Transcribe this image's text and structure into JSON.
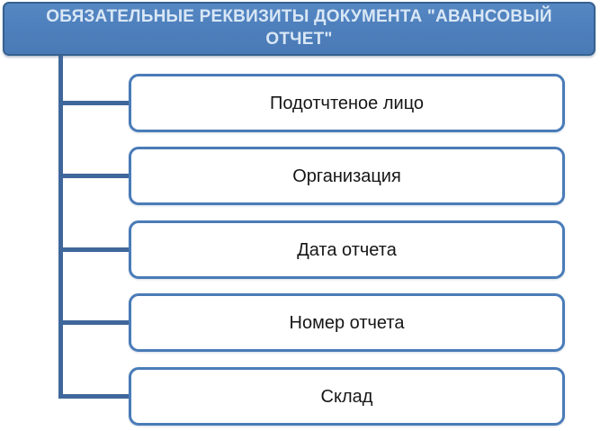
{
  "diagram": {
    "title": "ОБЯЗАТЕЛЬНЫЕ РЕКВИЗИТЫ ДОКУМЕНТА \"АВАНСОВЫЙ ОТЧЕТ\"",
    "items": [
      {
        "label": "Подотчтеное лицо"
      },
      {
        "label": "Организация"
      },
      {
        "label": "Дата отчета"
      },
      {
        "label": "Номер отчета"
      },
      {
        "label": "Склад"
      }
    ],
    "colors": {
      "banner_fill": "#4e80bd",
      "banner_border": "#36618f",
      "banner_text": "#d9e7f5",
      "node_border": "#4a7cb8",
      "node_fill": "#ffffff",
      "node_text": "#161616",
      "connector": "#40679b"
    }
  }
}
